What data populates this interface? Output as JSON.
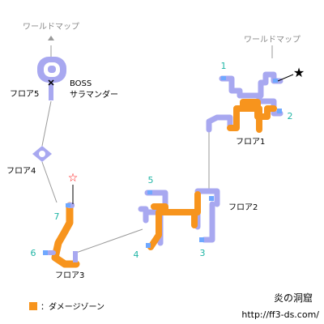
{
  "map": {
    "title": "炎の洞窟",
    "url": "http://ff3-ds.com/",
    "exits": [
      "ワールドマップ",
      "ワールドマップ"
    ],
    "floors": {
      "floor1": "フロア1",
      "floor2": "フロア2",
      "floor3": "フロア3",
      "floor4": "フロア4",
      "floor5": "フロア5"
    },
    "boss": {
      "line1": "BOSS",
      "line2": "サラマンダー"
    },
    "points": [
      "1",
      "2",
      "3",
      "4",
      "5",
      "6",
      "7"
    ],
    "legend": {
      "label": "：ダメージゾーン",
      "color": "#f7941d"
    },
    "colors": {
      "path": "#a8a8f0",
      "damage": "#f7941d",
      "connector": "#9a9a9a",
      "point_number": "#1fb5a5",
      "marker": "#6fa8ff"
    }
  }
}
